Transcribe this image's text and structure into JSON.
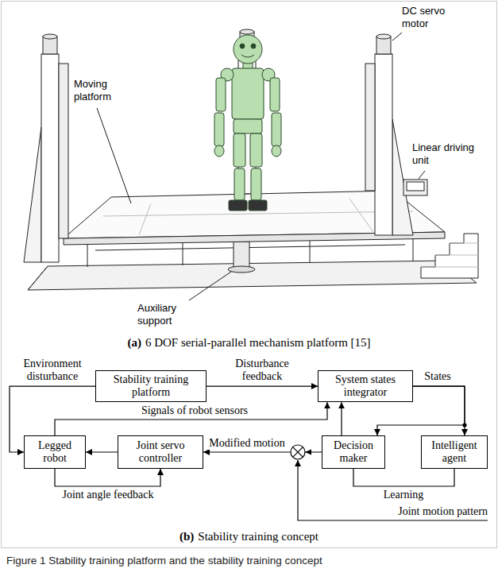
{
  "diagram": {
    "caption": "Figure 1 Stability training platform and the stability training concept",
    "nodes": [
      {
        "text": [
          "Stability training platform"
        ]
      },
      {
        "text": [
          "System states integrator"
        ]
      },
      {
        "text": [
          "Legged robot"
        ]
      },
      {
        "text": [
          "Joint servo controller"
        ]
      },
      {
        "text": [
          "Decision maker"
        ]
      },
      {
        "text": [
          "Intelligent agent"
        ]
      }
    ],
    "edges": [
      {
        "from": 0,
        "to": 1,
        "label": "Disturbance feedback",
        "arrow": "to"
      },
      {
        "from": 0,
        "to": 2,
        "label": "Environment disturbance",
        "arrow": "to"
      },
      {
        "from": 1,
        "to": 4,
        "label": "States",
        "arrow": "to"
      },
      {
        "from": 1,
        "to": 5,
        "arrow": "to"
      },
      {
        "from": 2,
        "to": 1,
        "label": "Signals of robot sensors",
        "arrow": "to"
      },
      {
        "from": 4,
        "to": 1,
        "arrow": "to"
      },
      {
        "from": 4,
        "to": 3,
        "label": "Modified motion",
        "arrow": "to"
      },
      {
        "from": 3,
        "to": 2,
        "arrow": "to"
      },
      {
        "from": 2,
        "to": 3,
        "label": "Joint angle feedback",
        "arrow": "to"
      },
      {
        "from": 5,
        "to": 4,
        "label": "Learning",
        "arrow": "none"
      }
    ],
    "labels": [
      "DC servo motor",
      "Moving platform",
      "Linear driving unit",
      "Auxiliary support",
      "(a)",
      "6 DOF serial-parallel mechanism platform [15]",
      "Joint motion pattern",
      "(b)",
      "Stability training concept"
    ]
  }
}
